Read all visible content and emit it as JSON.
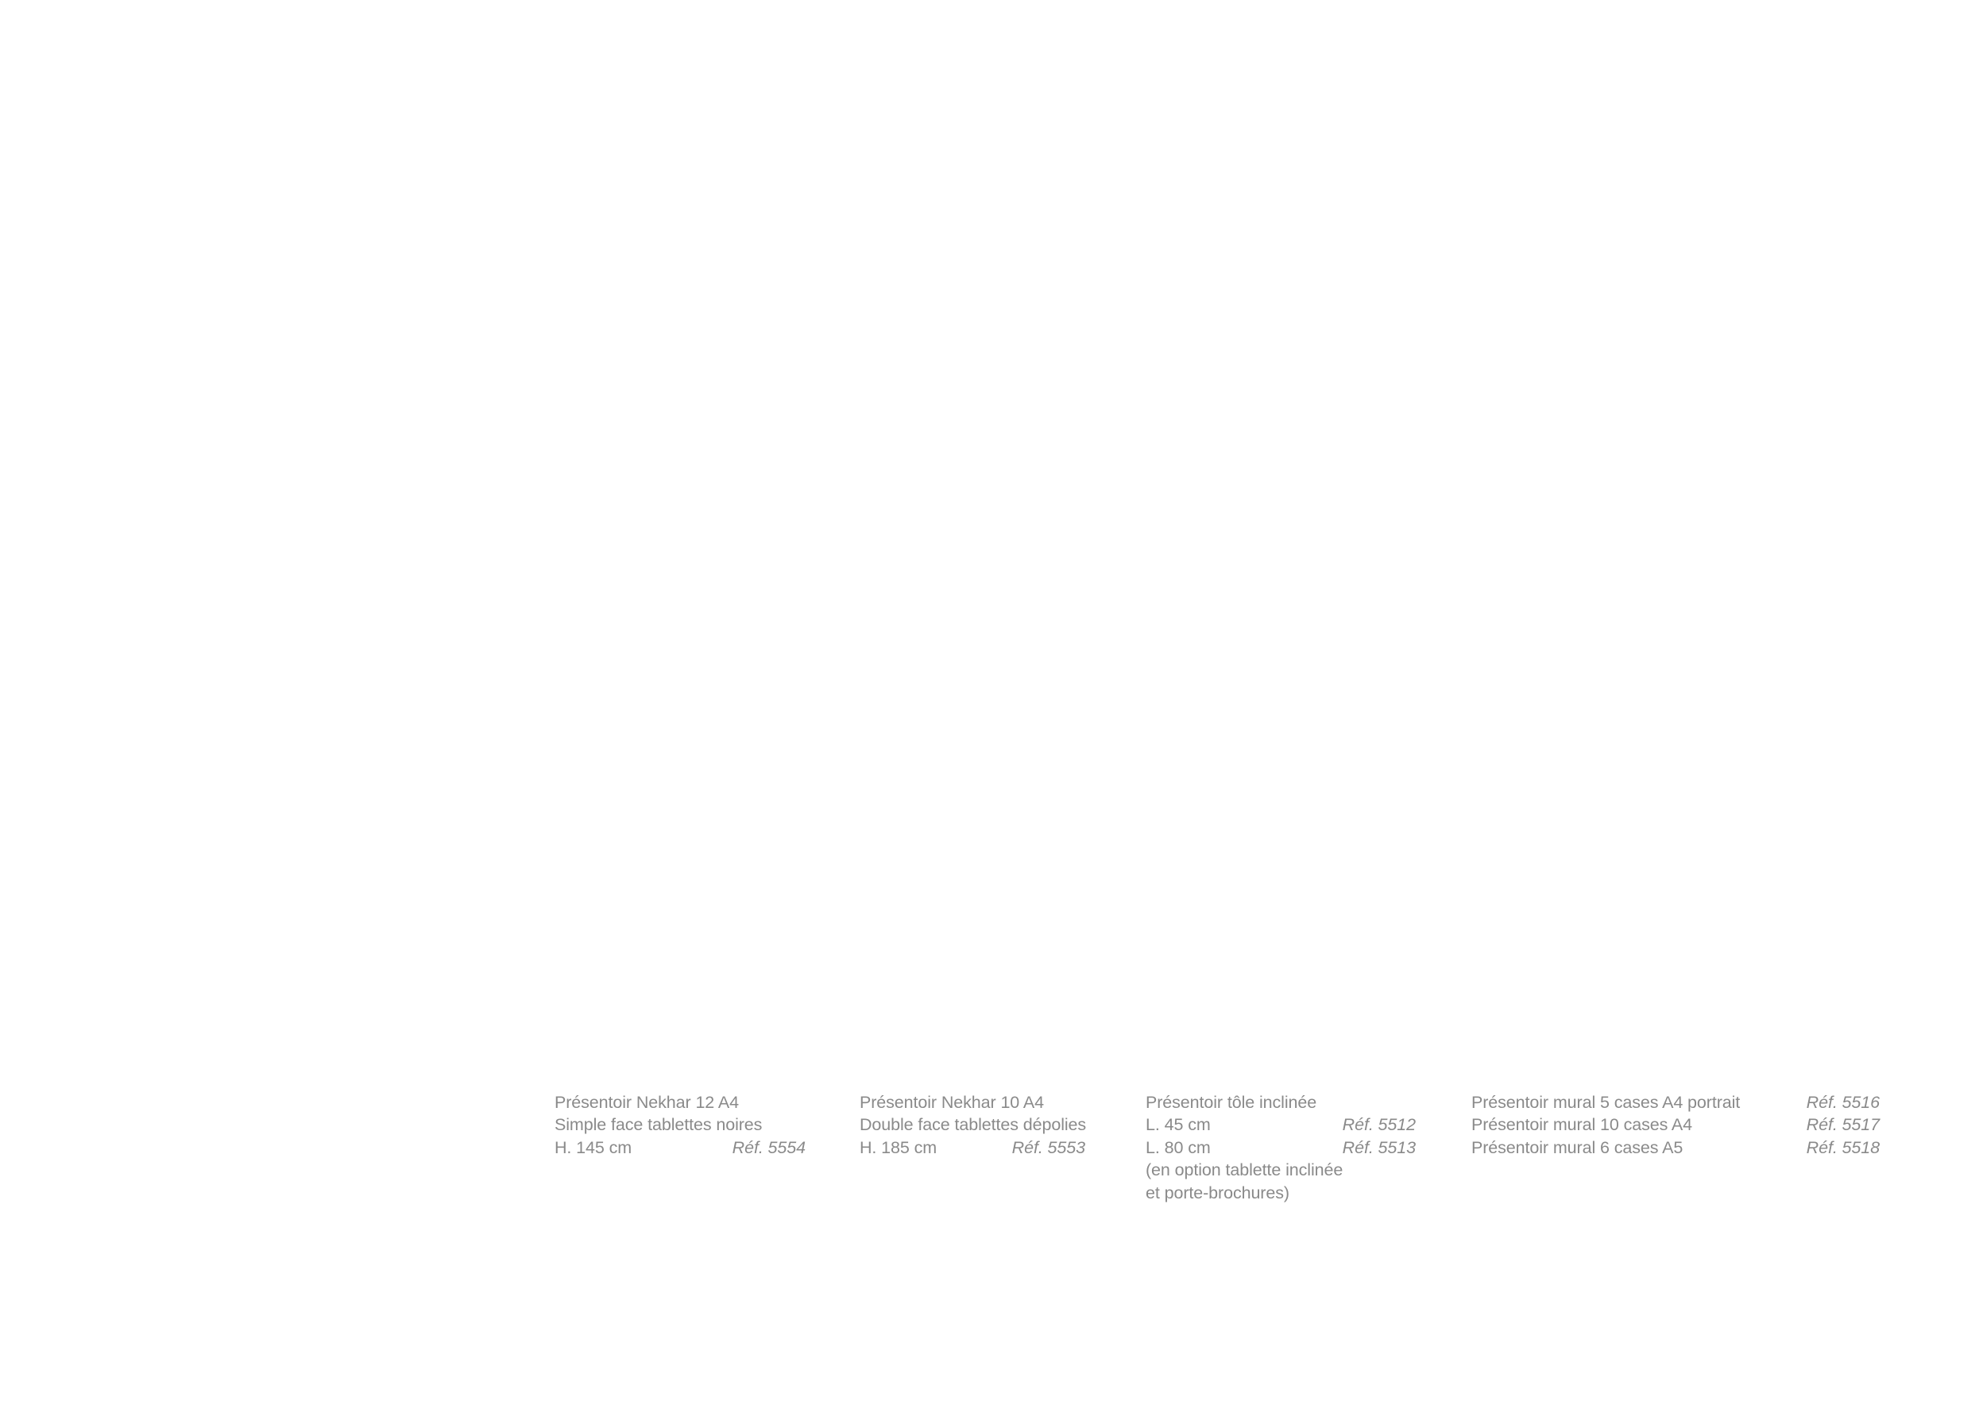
{
  "products": [
    {
      "lines": [
        {
          "text": "Présentoir Nekhar 12 A4",
          "ref": ""
        },
        {
          "text": "Simple face tablettes noires",
          "ref": ""
        },
        {
          "text": "H. 145 cm",
          "ref": "Réf. 5554"
        }
      ]
    },
    {
      "lines": [
        {
          "text": "Présentoir Nekhar 10 A4",
          "ref": ""
        },
        {
          "text": "Double face tablettes dépolies",
          "ref": ""
        },
        {
          "text": "H. 185 cm",
          "ref": "Réf. 5553"
        }
      ]
    },
    {
      "lines": [
        {
          "text": "Présentoir tôle inclinée",
          "ref": ""
        },
        {
          "text": "L. 45 cm",
          "ref": "Réf. 5512"
        },
        {
          "text": "L. 80 cm",
          "ref": "Réf. 5513"
        },
        {
          "text": "(en option tablette inclinée",
          "ref": ""
        },
        {
          "text": "et porte-brochures)",
          "ref": ""
        }
      ]
    },
    {
      "lines": [
        {
          "text": "Présentoir mural 5 cases A4 portrait",
          "ref": "Réf. 5516"
        },
        {
          "text": "Présentoir mural 10 cases A4",
          "ref": "Réf. 5517"
        },
        {
          "text": "Présentoir mural 6 cases A5",
          "ref": "Réf. 5518"
        }
      ]
    }
  ]
}
